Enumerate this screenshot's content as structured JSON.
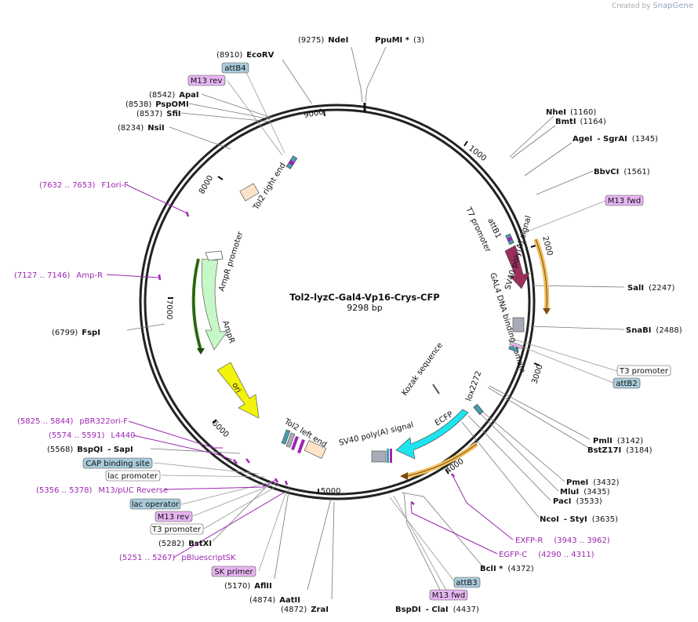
{
  "credit": {
    "prefix": "Created by",
    "brand": "SnapGene"
  },
  "plasmid": {
    "name": "Tol2-lyzC-Gal4-Vp16-Crys-CFP",
    "size_label": "9298 bp",
    "length": 9298
  },
  "ticks": [
    "1000",
    "2000",
    "3000",
    "4000",
    "5000",
    "6000",
    "7000",
    "8000",
    "9000"
  ],
  "sites": [
    {
      "name": "NdeI",
      "coord": "(9275)"
    },
    {
      "name": "PpuMI *",
      "coord": "(3)"
    },
    {
      "name": "EcoRV",
      "coord": "(8910)"
    },
    {
      "name": "ApaI",
      "coord": "(8542)"
    },
    {
      "name": "PspOMI",
      "coord": "(8538)"
    },
    {
      "name": "SfiI",
      "coord": "(8537)"
    },
    {
      "name": "NsiI",
      "coord": "(8234)"
    },
    {
      "name": "NheI",
      "coord": "(1160)"
    },
    {
      "name": "BmtI",
      "coord": "(1164)"
    },
    {
      "name": "AgeI",
      "name2": "- SgrAI",
      "coord": "(1345)"
    },
    {
      "name": "BbvCI",
      "coord": "(1561)"
    },
    {
      "name": "SalI",
      "coord": "(2247)"
    },
    {
      "name": "SnaBI",
      "coord": "(2488)"
    },
    {
      "name": "PmlI",
      "coord": "(3142)"
    },
    {
      "name": "BstZ17I",
      "coord": "(3184)"
    },
    {
      "name": "PmeI",
      "coord": "(3432)"
    },
    {
      "name": "MluI",
      "coord": "(3435)"
    },
    {
      "name": "PacI",
      "coord": "(3533)"
    },
    {
      "name": "NcoI",
      "name2": "- StyI",
      "coord": "(3635)"
    },
    {
      "name": "BclI *",
      "coord": "(4372)"
    },
    {
      "name": "BspDI",
      "name2": "- ClaI",
      "coord": "(4437)"
    },
    {
      "name": "ZraI",
      "coord": "(4872)"
    },
    {
      "name": "AatII",
      "coord": "(4874)"
    },
    {
      "name": "AflII",
      "coord": "(5170)"
    },
    {
      "name": "BstXI",
      "coord": "(5282)"
    },
    {
      "name": "BspQI",
      "name2": "- SapI",
      "coord": "(5568)"
    },
    {
      "name": "FspI",
      "coord": "(6799)"
    }
  ],
  "primers": [
    {
      "range": "(7632 .. 7653)",
      "name": "F1ori-F"
    },
    {
      "range": "(7127 .. 7146)",
      "name": "Amp-R"
    },
    {
      "range": "(5825 .. 5844)",
      "name": "pBR322ori-F"
    },
    {
      "range": "(5574 .. 5591)",
      "name": "L4440"
    },
    {
      "range": "(5356 .. 5378)",
      "name": "M13/pUC Reverse"
    },
    {
      "range": "(5251 .. 5267)",
      "name": "pBluescriptSK"
    },
    {
      "range": "(3943 .. 3962)",
      "name": "EXFP-R"
    },
    {
      "range": "(4290 .. 4311)",
      "name": "EGFP-C"
    }
  ],
  "boxed": {
    "attB4": "attB4",
    "m13rev_top": "M13 rev",
    "m13fwd_right": "M13 fwd",
    "t3prom_right": "T3 promoter",
    "attB2": "attB2",
    "cap": "CAP binding site",
    "lacprom": "lac promoter",
    "lacop": "lac operator",
    "m13rev_bottom": "M13 rev",
    "t3prom_bottom": "T3 promoter",
    "skprimer": "SK primer",
    "attB3": "attB3",
    "m13fwd_bottom": "M13 fwd"
  },
  "features": {
    "tol2_right": "Tol2 right end",
    "t7": "T7 promoter",
    "attB1": "attB1",
    "gal4": "GAL4 DNA binding domain",
    "sv40_inner": "SV40 poly(A) signal",
    "kozak": "Kozak sequence",
    "lox": "lox2272",
    "ecfp": "ECFP",
    "sv40_bottom": "SV40 poly(A) signal",
    "tol2_left": "Tol2 left end",
    "ori": "ori",
    "ampr": "AmpR",
    "ampr_prom": "AmpR promoter"
  },
  "colors": {
    "backbone": "#222222",
    "gal4": "#9a2f5c",
    "ecfp": "#1ee4ee",
    "ori": "#f2f20a",
    "ampr": "#c6f7c6",
    "orf": "#f0c060",
    "orf_green": "#3a7a1a",
    "primer": "#9c27b0",
    "feature_box": "#a9cbd9",
    "primer_box": "#e7b6f2"
  }
}
